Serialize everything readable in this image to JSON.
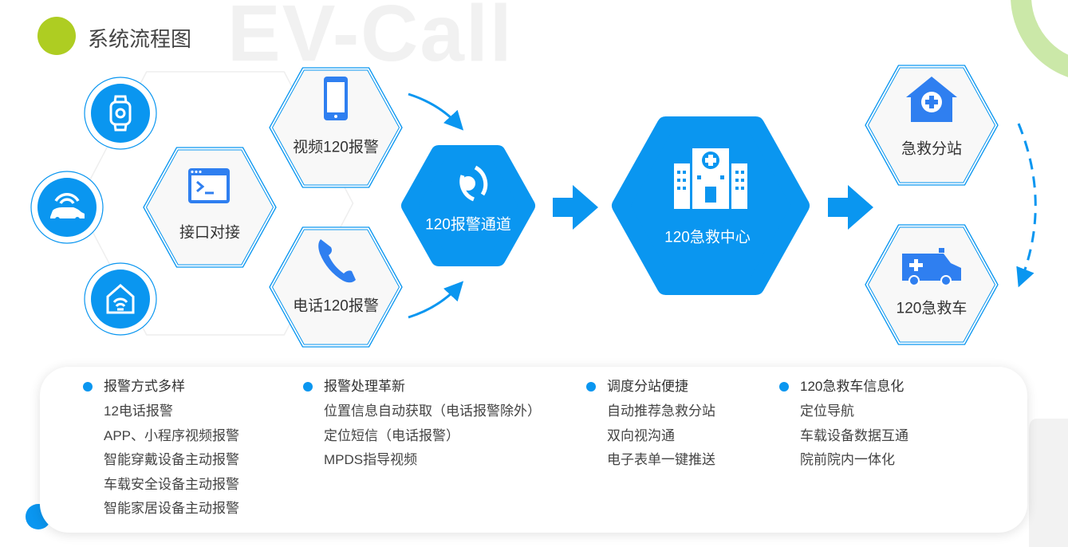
{
  "watermark": "EV-Call",
  "title": "系统流程图",
  "colors": {
    "primary": "#0a96f0",
    "accent_green": "#aecd22",
    "arc_green": "#cbe8a8"
  },
  "sources": [
    {
      "icon": "smartwatch-icon"
    },
    {
      "icon": "connected-car-icon"
    },
    {
      "icon": "smart-home-icon"
    }
  ],
  "nodes": {
    "interface": {
      "label": "接口对接",
      "icon": "terminal-icon"
    },
    "video_alarm": {
      "label": "视频120报警",
      "icon": "mobile-phone-icon"
    },
    "phone_alarm": {
      "label": "电话120报警",
      "icon": "phone-handset-icon"
    },
    "channel": {
      "label": "120报警通道",
      "icon": "channel-ring-icon"
    },
    "center": {
      "label": "120急救中心",
      "icon": "hospital-icon"
    },
    "substation": {
      "label": "急救分站",
      "icon": "medical-house-icon"
    },
    "ambulance": {
      "label": "120急救车",
      "icon": "ambulance-icon"
    }
  },
  "features": [
    {
      "heading": "报警方式多样",
      "items": [
        "12电话报警",
        "APP、小程序视频报警",
        "智能穿戴设备主动报警",
        "车载安全设备主动报警",
        "智能家居设备主动报警"
      ]
    },
    {
      "heading": "报警处理革新",
      "items": [
        "位置信息自动获取（电话报警除外）",
        "定位短信（电话报警）",
        "MPDS指导视频"
      ]
    },
    {
      "heading": "调度分站便捷",
      "items": [
        "自动推荐急救分站",
        "双向视沟通",
        "电子表单一键推送"
      ]
    },
    {
      "heading": "120急救车信息化",
      "items": [
        "定位导航",
        "车载设备数据互通",
        "院前院内一体化"
      ]
    }
  ]
}
